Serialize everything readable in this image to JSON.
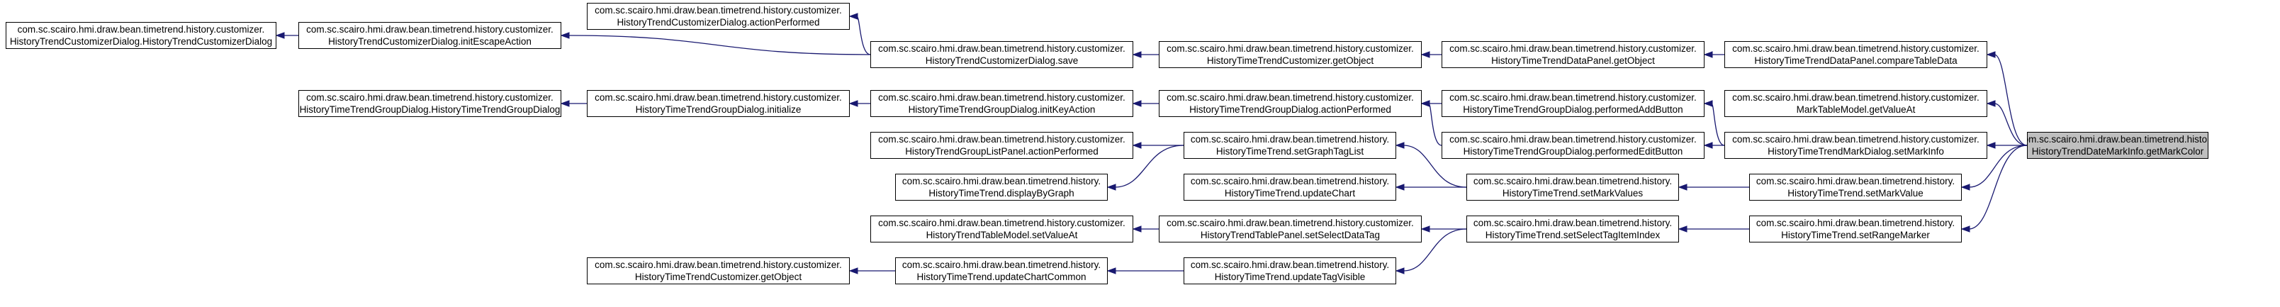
{
  "nodes": {
    "target": {
      "line1": "com.sc.scairo.hmi.draw.bean.timetrend.history.",
      "line2": "HistoryTrendDateMarkInfo.getMarkColor"
    },
    "compareTableData": {
      "line1": "com.sc.scairo.hmi.draw.bean.timetrend.history.customizer.",
      "line2": "HistoryTimeTrendDataPanel.compareTableData"
    },
    "markGetValueAt": {
      "line1": "com.sc.scairo.hmi.draw.bean.timetrend.history.customizer.",
      "line2": "MarkTableModel.getValueAt"
    },
    "setMarkInfo": {
      "line1": "com.sc.scairo.hmi.draw.bean.timetrend.history.customizer.",
      "line2": "HistoryTimeTrendMarkDialog.setMarkInfo"
    },
    "setMarkValue": {
      "line1": "com.sc.scairo.hmi.draw.bean.timetrend.history.",
      "line2": "HistoryTimeTrend.setMarkValue"
    },
    "setRangeMarker": {
      "line1": "com.sc.scairo.hmi.draw.bean.timetrend.history.",
      "line2": "HistoryTimeTrend.setRangeMarker"
    },
    "dataPanelGetObject": {
      "line1": "com.sc.scairo.hmi.draw.bean.timetrend.history.customizer.",
      "line2": "HistoryTimeTrendDataPanel.getObject"
    },
    "performedAddButton": {
      "line1": "com.sc.scairo.hmi.draw.bean.timetrend.history.customizer.",
      "line2": "HistoryTimeTrendGroupDialog.performedAddButton"
    },
    "performedEditButton": {
      "line1": "com.sc.scairo.hmi.draw.bean.timetrend.history.customizer.",
      "line2": "HistoryTimeTrendGroupDialog.performedEditButton"
    },
    "setMarkValues": {
      "line1": "com.sc.scairo.hmi.draw.bean.timetrend.history.",
      "line2": "HistoryTimeTrend.setMarkValues"
    },
    "setSelectTagItemIndex": {
      "line1": "com.sc.scairo.hmi.draw.bean.timetrend.history.",
      "line2": "HistoryTimeTrend.setSelectTagItemIndex"
    },
    "customizerGetObject": {
      "line1": "com.sc.scairo.hmi.draw.bean.timetrend.history.customizer.",
      "line2": "HistoryTimeTrendCustomizer.getObject"
    },
    "groupDialogActionPerformed": {
      "line1": "com.sc.scairo.hmi.draw.bean.timetrend.history.customizer.",
      "line2": "HistoryTimeTrendGroupDialog.actionPerformed"
    },
    "setGraphTagList": {
      "line1": "com.sc.scairo.hmi.draw.bean.timetrend.history.",
      "line2": "HistoryTimeTrend.setGraphTagList"
    },
    "updateChart": {
      "line1": "com.sc.scairo.hmi.draw.bean.timetrend.history.",
      "line2": "HistoryTimeTrend.updateChart"
    },
    "setSelectDataTag": {
      "line1": "com.sc.scairo.hmi.draw.bean.timetrend.history.customizer.",
      "line2": "HistoryTrendTablePanel.setSelectDataTag"
    },
    "updateTagVisible": {
      "line1": "com.sc.scairo.hmi.draw.bean.timetrend.history.",
      "line2": "HistoryTimeTrend.updateTagVisible"
    },
    "customizerDialogActionPerformed": {
      "line1": "com.sc.scairo.hmi.draw.bean.timetrend.history.customizer.",
      "line2": "HistoryTrendCustomizerDialog.actionPerformed"
    },
    "customizerDialogSave": {
      "line1": "com.sc.scairo.hmi.draw.bean.timetrend.history.customizer.",
      "line2": "HistoryTrendCustomizerDialog.save"
    },
    "initKeyAction": {
      "line1": "com.sc.scairo.hmi.draw.bean.timetrend.history.customizer.",
      "line2": "HistoryTimeTrendGroupDialog.initKeyAction"
    },
    "groupListPanelActionPerformed": {
      "line1": "com.sc.scairo.hmi.draw.bean.timetrend.history.customizer.",
      "line2": "HistoryTrendGroupListPanel.actionPerformed"
    },
    "displayByGraph": {
      "line1": "com.sc.scairo.hmi.draw.bean.timetrend.history.",
      "line2": "HistoryTimeTrend.displayByGraph"
    },
    "trendTableModelSetValueAt": {
      "line1": "com.sc.scairo.hmi.draw.bean.timetrend.history.customizer.",
      "line2": "HistoryTrendTableModel.setValueAt"
    },
    "updateChartCommon": {
      "line1": "com.sc.scairo.hmi.draw.bean.timetrend.history.",
      "line2": "HistoryTimeTrend.updateChartCommon"
    },
    "initEscapeAction": {
      "line1": "com.sc.scairo.hmi.draw.bean.timetrend.history.customizer.",
      "line2": "HistoryTrendCustomizerDialog.initEscapeAction"
    },
    "groupDialogInitialize": {
      "line1": "com.sc.scairo.hmi.draw.bean.timetrend.history.customizer.",
      "line2": "HistoryTimeTrendGroupDialog.initialize"
    },
    "customizerGetObject2": {
      "line1": "com.sc.scairo.hmi.draw.bean.timetrend.history.customizer.",
      "line2": "HistoryTimeTrendCustomizer.getObject"
    },
    "customizerDialogCtor": {
      "line1": "com.sc.scairo.hmi.draw.bean.timetrend.history.customizer.",
      "line2": "HistoryTrendCustomizerDialog.HistoryTrendCustomizerDialog"
    },
    "groupDialogCtor": {
      "line1": "com.sc.scairo.hmi.draw.bean.timetrend.history.customizer.",
      "line2": "HistoryTimeTrendGroupDialog.HistoryTimeTrendGroupDialog"
    }
  },
  "edges": [
    [
      "compareTableData",
      "target"
    ],
    [
      "markGetValueAt",
      "target"
    ],
    [
      "setMarkInfo",
      "target"
    ],
    [
      "setMarkValue",
      "target"
    ],
    [
      "setRangeMarker",
      "target"
    ],
    [
      "dataPanelGetObject",
      "compareTableData"
    ],
    [
      "performedAddButton",
      "setMarkInfo"
    ],
    [
      "performedEditButton",
      "setMarkInfo"
    ],
    [
      "setMarkValues",
      "setMarkValue"
    ],
    [
      "setSelectTagItemIndex",
      "setRangeMarker"
    ],
    [
      "customizerGetObject",
      "dataPanelGetObject"
    ],
    [
      "groupDialogActionPerformed",
      "performedAddButton"
    ],
    [
      "groupDialogActionPerformed",
      "performedEditButton"
    ],
    [
      "setGraphTagList",
      "setMarkValues"
    ],
    [
      "updateChart",
      "setMarkValues"
    ],
    [
      "setSelectDataTag",
      "setSelectTagItemIndex"
    ],
    [
      "updateTagVisible",
      "setSelectTagItemIndex"
    ],
    [
      "customizerDialogSave",
      "customizerGetObject"
    ],
    [
      "initKeyAction",
      "groupDialogActionPerformed"
    ],
    [
      "groupListPanelActionPerformed",
      "setGraphTagList"
    ],
    [
      "displayByGraph",
      "setGraphTagList"
    ],
    [
      "trendTableModelSetValueAt",
      "setSelectDataTag"
    ],
    [
      "updateChartCommon",
      "updateTagVisible"
    ],
    [
      "customizerDialogActionPerformed",
      "customizerDialogSave"
    ],
    [
      "initEscapeAction",
      "customizerDialogSave"
    ],
    [
      "groupDialogInitialize",
      "initKeyAction"
    ],
    [
      "customizerGetObject2",
      "updateChartCommon"
    ],
    [
      "customizerDialogCtor",
      "initEscapeAction"
    ],
    [
      "groupDialogCtor",
      "groupDialogInitialize"
    ]
  ],
  "colors": {
    "edge": "#191970",
    "node_border": "#000000",
    "highlight_fill": "#bfbfbf"
  }
}
